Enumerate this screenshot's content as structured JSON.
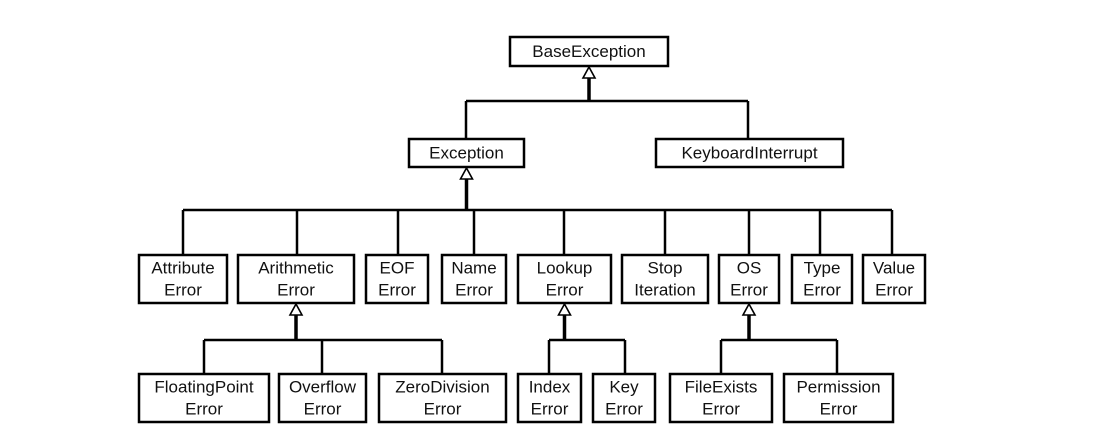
{
  "diagram": {
    "type": "class-hierarchy",
    "nodes": [
      {
        "id": "base",
        "lines": [
          "BaseException"
        ]
      },
      {
        "id": "exception",
        "lines": [
          "Exception"
        ]
      },
      {
        "id": "keyboard",
        "lines": [
          "KeyboardInterrupt"
        ]
      },
      {
        "id": "attribute",
        "lines": [
          "Attribute",
          "Error"
        ]
      },
      {
        "id": "arithmetic",
        "lines": [
          "Arithmetic",
          "Error"
        ]
      },
      {
        "id": "eof",
        "lines": [
          "EOF",
          "Error"
        ]
      },
      {
        "id": "name",
        "lines": [
          "Name",
          "Error"
        ]
      },
      {
        "id": "lookup",
        "lines": [
          "Lookup",
          "Error"
        ]
      },
      {
        "id": "stop",
        "lines": [
          "Stop",
          "Iteration"
        ]
      },
      {
        "id": "os",
        "lines": [
          "OS",
          "Error"
        ]
      },
      {
        "id": "type",
        "lines": [
          "Type",
          "Error"
        ]
      },
      {
        "id": "value",
        "lines": [
          "Value",
          "Error"
        ]
      },
      {
        "id": "floatingpoint",
        "lines": [
          "FloatingPoint",
          "Error"
        ]
      },
      {
        "id": "overflow",
        "lines": [
          "Overflow",
          "Error"
        ]
      },
      {
        "id": "zerodivision",
        "lines": [
          "ZeroDivision",
          "Error"
        ]
      },
      {
        "id": "index",
        "lines": [
          "Index",
          "Error"
        ]
      },
      {
        "id": "key",
        "lines": [
          "Key",
          "Error"
        ]
      },
      {
        "id": "fileexists",
        "lines": [
          "FileExists",
          "Error"
        ]
      },
      {
        "id": "permission",
        "lines": [
          "Permission",
          "Error"
        ]
      }
    ],
    "edges": [
      {
        "parent": "base",
        "children": [
          "exception",
          "keyboard"
        ]
      },
      {
        "parent": "exception",
        "children": [
          "attribute",
          "arithmetic",
          "eof",
          "name",
          "lookup",
          "stop",
          "os",
          "type",
          "value"
        ]
      },
      {
        "parent": "arithmetic",
        "children": [
          "floatingpoint",
          "overflow",
          "zerodivision"
        ]
      },
      {
        "parent": "lookup",
        "children": [
          "index",
          "key"
        ]
      },
      {
        "parent": "os",
        "children": [
          "fileexists",
          "permission"
        ]
      }
    ]
  }
}
